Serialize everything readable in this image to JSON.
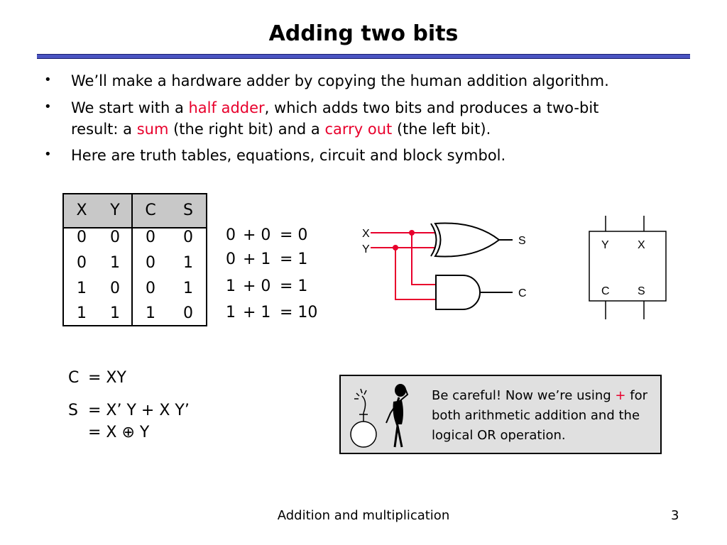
{
  "title": "Adding two bits",
  "bullets": [
    {
      "marker": "•",
      "text": "We’ll make a hardware adder by copying the human addition algorithm."
    },
    {
      "marker": "•",
      "parts": [
        "We start with a ",
        "half adder",
        ", which adds two bits and produces a two-bit",
        "result: a ",
        "sum",
        " (the right bit) and a ",
        "carry out",
        " (the left bit)."
      ]
    },
    {
      "marker": "•",
      "text": "Here are truth tables, equations, circuit and block symbol."
    }
  ],
  "truth_table": {
    "headers": [
      "X",
      "Y",
      "C",
      "S"
    ],
    "rows": [
      [
        "0",
        "0",
        "0",
        "0"
      ],
      [
        "0",
        "1",
        "0",
        "1"
      ],
      [
        "1",
        "0",
        "0",
        "1"
      ],
      [
        "1",
        "1",
        "1",
        "0"
      ]
    ]
  },
  "additions": [
    [
      "0",
      "+ 0",
      "= 0"
    ],
    [
      "0",
      "+ 1",
      "= 1"
    ],
    [
      "1",
      "+ 0",
      "= 1"
    ],
    [
      "1",
      "+ 1",
      "= 10"
    ]
  ],
  "circuit": {
    "input_x": "X",
    "input_y": "Y",
    "output_s": "S",
    "output_c": "C"
  },
  "block_symbol": {
    "tl": "Y",
    "tr": "X",
    "bl": "C",
    "br": "S"
  },
  "equations": {
    "c_lhs": "C",
    "c_rhs": "= XY",
    "s_lhs": "S",
    "s_rhs": "= X’ Y + X Y’",
    "s_rhs2": "= X ⊕ Y"
  },
  "warning": {
    "before": "Be careful! Now we’re using ",
    "plus": "+",
    "after": " for both arithmetic addition and the logical OR operation."
  },
  "footer": {
    "title": "Addition and multiplication",
    "page": "3"
  },
  "colors": {
    "rule": "#4a54c2",
    "accent_red": "#e8002c",
    "wire_red": "#e8002c",
    "table_header": "#c8c8c8",
    "note_box": "#e0e0e0"
  }
}
